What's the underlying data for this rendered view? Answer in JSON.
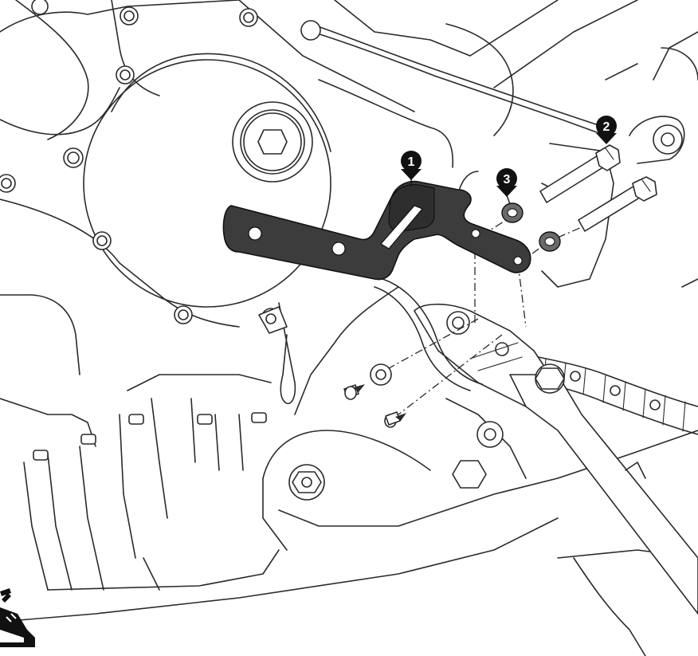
{
  "callouts": [
    {
      "number": "1",
      "part": "bracket"
    },
    {
      "number": "2",
      "part": "bolt"
    },
    {
      "number": "3",
      "part": "washer"
    }
  ],
  "colors": {
    "line": "#2a2a2a",
    "part_fill": "#3c3c3c",
    "background": "#ffffff",
    "callout_fill": "#111111"
  }
}
